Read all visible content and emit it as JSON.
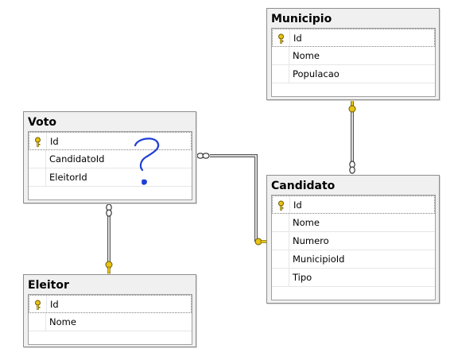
{
  "tables": {
    "municipio": {
      "title": "Municipio",
      "columns": [
        "Id",
        "Nome",
        "Populacao"
      ]
    },
    "voto": {
      "title": "Voto",
      "columns": [
        "Id",
        "CandidatoId",
        "EleitorId"
      ]
    },
    "candidato": {
      "title": "Candidato",
      "columns": [
        "Id",
        "Nome",
        "Numero",
        "MunicipioId",
        "Tipo"
      ]
    },
    "eleitor": {
      "title": "Eleitor",
      "columns": [
        "Id",
        "Nome"
      ]
    }
  },
  "annotation": {
    "symbol": "?",
    "color": "#1f3fd6"
  },
  "colors": {
    "key_icon": "#e8c316",
    "connector": "#4d4d4d"
  }
}
